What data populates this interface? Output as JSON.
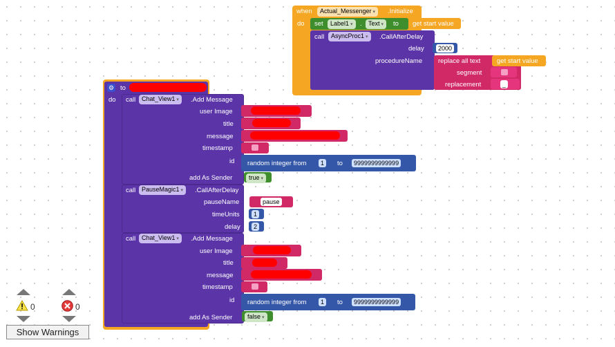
{
  "top_block": {
    "when_kw": "when",
    "component": "Actual_Messenger",
    "event": ".Initialize",
    "do_kw": "do",
    "set_kw": "set",
    "target": "Label1",
    "dot": ".",
    "property": "Text",
    "to_kw": "to",
    "start_value": "get start value",
    "call_kw": "call",
    "async_component": "AsyncProc1",
    "async_method": ".CallAfterDelay",
    "delay_label": "delay",
    "delay_value": "2000",
    "procname_label": "procedureName",
    "replace_label": "replace all text",
    "segment_label": "segment",
    "replacement_label": "replacement",
    "replacement_value": "_"
  },
  "proc_block": {
    "to_kw": "to",
    "do_kw": "do",
    "call1": {
      "call_kw": "call",
      "component": "Chat_View1",
      "method": ".Add Message",
      "params": [
        "user Image",
        "title",
        "message",
        "timestamp",
        "id",
        "add As Sender"
      ],
      "random_label": "random integer from",
      "from_value": "1",
      "to_kw": "to",
      "to_value": "9999999999999",
      "sender_value": "true"
    },
    "pause": {
      "call_kw": "call",
      "component": "PauseMagic1",
      "method": ".CallAfterDelay",
      "params": [
        "pauseName",
        "timeUnits",
        "delay"
      ],
      "pause_name": "pause",
      "time_units": "1",
      "delay": "2"
    },
    "call2": {
      "call_kw": "call",
      "component": "Chat_View1",
      "method": ".Add Message",
      "params": [
        "user Image",
        "title",
        "message",
        "timestamp",
        "id",
        "add As Sender"
      ],
      "random_label": "random integer from",
      "from_value": "1",
      "to_kw": "to",
      "to_value": "9999999999999",
      "sender_value": "false"
    }
  },
  "warnings": {
    "warning_count": "0",
    "error_count": "0",
    "button_label": "Show Warnings"
  },
  "colors": {
    "control_orange": "#f5a623",
    "procedure_purple": "#5b35a8",
    "text_pink": "#d12866",
    "math_blue": "#3557a8",
    "logic_green": "#3e8e2e",
    "redaction_red": "#ff0000"
  }
}
